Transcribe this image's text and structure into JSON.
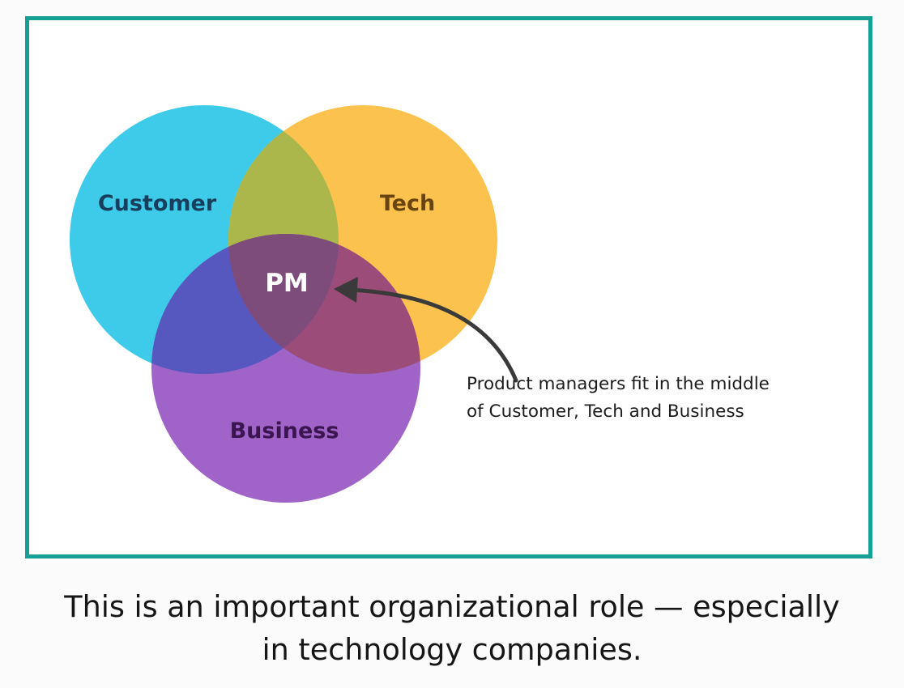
{
  "diagram": {
    "circles": [
      {
        "label": "Customer",
        "fill": "#3ecbea",
        "text_color": "#173e5a"
      },
      {
        "label": "Tech",
        "fill": "#fbc24d",
        "text_color": "#6a4410"
      },
      {
        "label": "Business",
        "fill": "#a064c8",
        "text_color": "#3a1550"
      }
    ],
    "center_label": "PM",
    "center_text_color": "#ffffff",
    "overlap_colors": {
      "customer_tech": "#abb74a",
      "customer_business": "#5658bf",
      "tech_business": "#9c4c78",
      "all_three": "#7d4c7a"
    },
    "annotation": {
      "line1": "Product managers fit in the middle",
      "line2": "of Customer, Tech and Business"
    },
    "frame_color": "#169f95"
  },
  "caption": {
    "line1": "This is an important organizational role — especially",
    "line2": "in technology companies."
  }
}
